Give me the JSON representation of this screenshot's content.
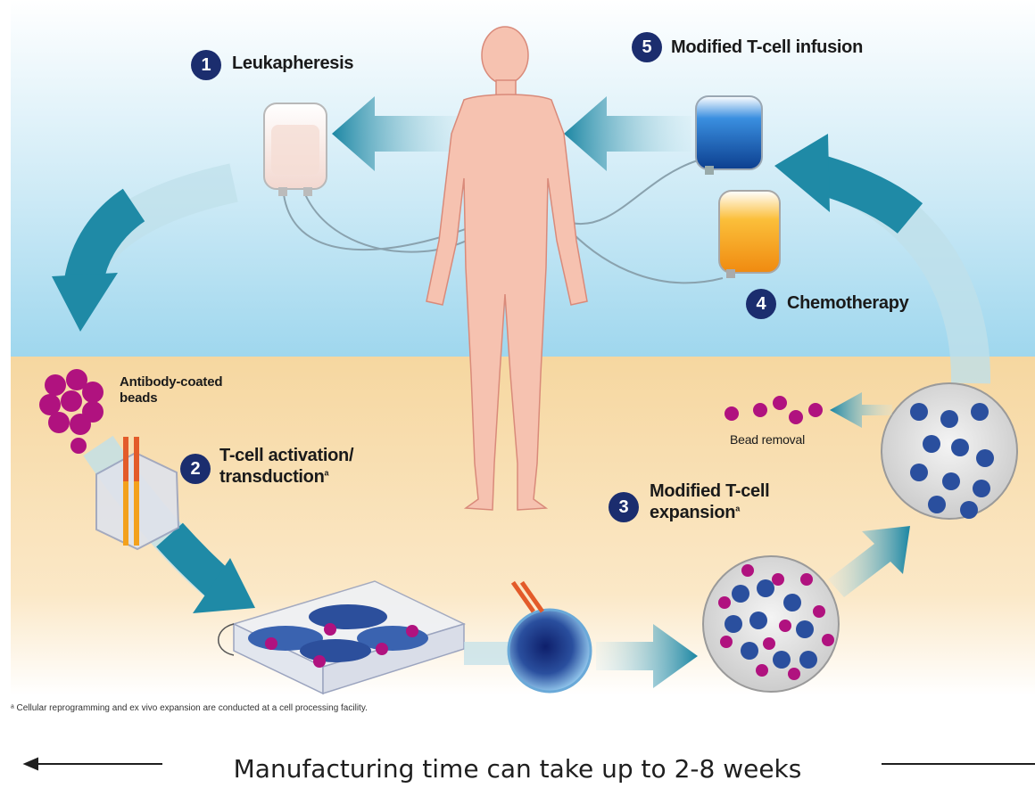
{
  "steps": [
    {
      "number": "1",
      "label": "Leukapheresis"
    },
    {
      "number": "2",
      "label_line1": "T-cell activation/",
      "label_line2": "transduction",
      "footnote_mark": "a"
    },
    {
      "number": "3",
      "label_line1": "Modified T-cell",
      "label_line2": "expansion",
      "footnote_mark": "a"
    },
    {
      "number": "4",
      "label": "Chemotherapy"
    },
    {
      "number": "5",
      "label": "Modified T-cell infusion"
    }
  ],
  "annotations": {
    "beads_line1": "Antibody-coated",
    "beads_line2": "beads",
    "bead_removal": "Bead removal"
  },
  "footnote": "ᵃ Cellular reprogramming and ex vivo expansion are conducted at a cell processing facility.",
  "timeline": {
    "caption": "Manufacturing time can take up to 2-8 weeks"
  },
  "colors": {
    "sky": "#bfe6f4",
    "sand": "#f8dfae",
    "arrow": "#1f8aa6",
    "badge": "#1b2d6e",
    "skin": "#f6c0ad",
    "bead": "#b0127f",
    "cell": "#2a4f9e",
    "blue_bag": "#1f6fc4",
    "orange_bag": "#f7a21b"
  }
}
